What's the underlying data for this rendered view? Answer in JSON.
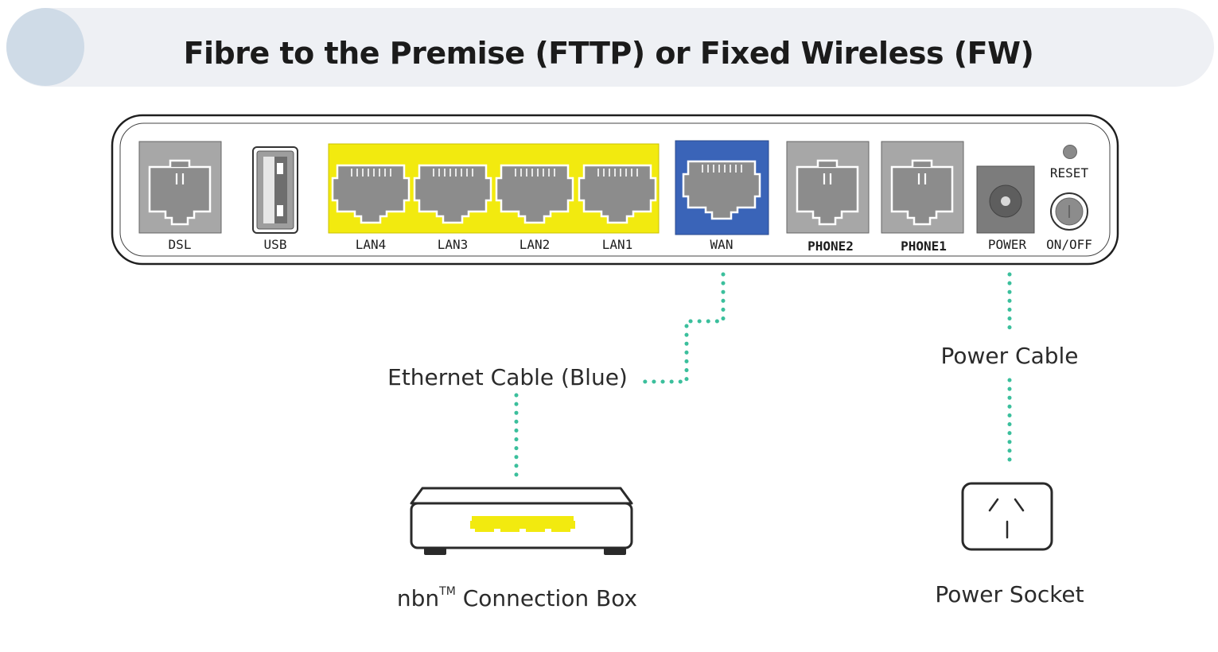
{
  "header": {
    "title": "Fibre to the Premise (FTTP) or Fixed Wireless (FW)"
  },
  "router": {
    "ports": {
      "dsl": "DSL",
      "usb": "USB",
      "lan4": "LAN4",
      "lan3": "LAN3",
      "lan2": "LAN2",
      "lan1": "LAN1",
      "wan": "WAN",
      "phone2": "PHONE2",
      "phone1": "PHONE1",
      "power": "POWER",
      "reset": "RESET",
      "onoff": "ON/OFF"
    }
  },
  "labels": {
    "ethernet_cable": "Ethernet Cable (Blue)",
    "power_cable": "Power Cable",
    "nbn_box_prefix": "nbn",
    "nbn_box_tm": "TM",
    "nbn_box_suffix": " Connection Box",
    "power_socket": "Power Socket"
  },
  "colors": {
    "lan_highlight": "#f2ea0f",
    "wan_highlight": "#3a64b8",
    "connector_dots": "#3bbf9c",
    "header_band": "#eef0f4",
    "header_circle": "#cfdbe7"
  }
}
